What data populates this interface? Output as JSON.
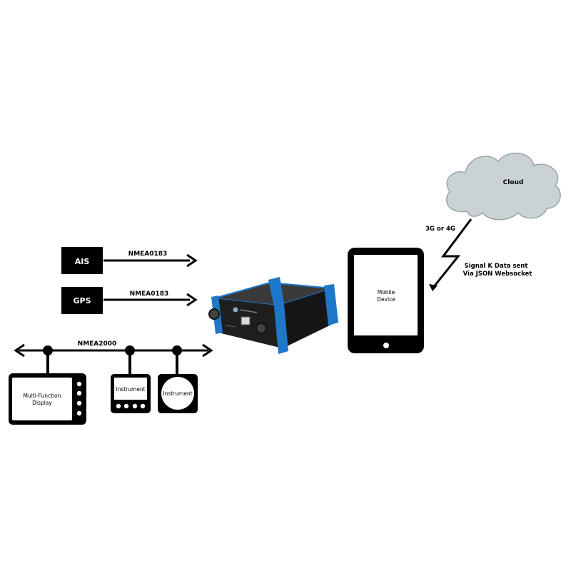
{
  "sources": {
    "ais_label": "AIS",
    "gps_label": "GPS",
    "ais_protocol": "NMEA0183",
    "gps_protocol": "NMEA0183"
  },
  "network": {
    "bus_label": "NMEA2000",
    "mfd_line1": "Multi-Function",
    "mfd_line2": "Display",
    "instrument1_label": "Instrument",
    "instrument2_label": "Instrument"
  },
  "mobile": {
    "line1": "Mobile",
    "line2": "Device"
  },
  "cloud": {
    "label": "Cloud"
  },
  "link": {
    "cellular_label": "3G or 4G",
    "signalk_line1": "Signal K Data sent",
    "signalk_line2": "Via JSON Websocket"
  },
  "colors": {
    "line": "#000000",
    "cloud_fill": "#c9d3d6",
    "cloud_stroke": "#9aa5a8",
    "gateway_body": "#2b2b2b",
    "gateway_accent": "#1f77c9"
  }
}
